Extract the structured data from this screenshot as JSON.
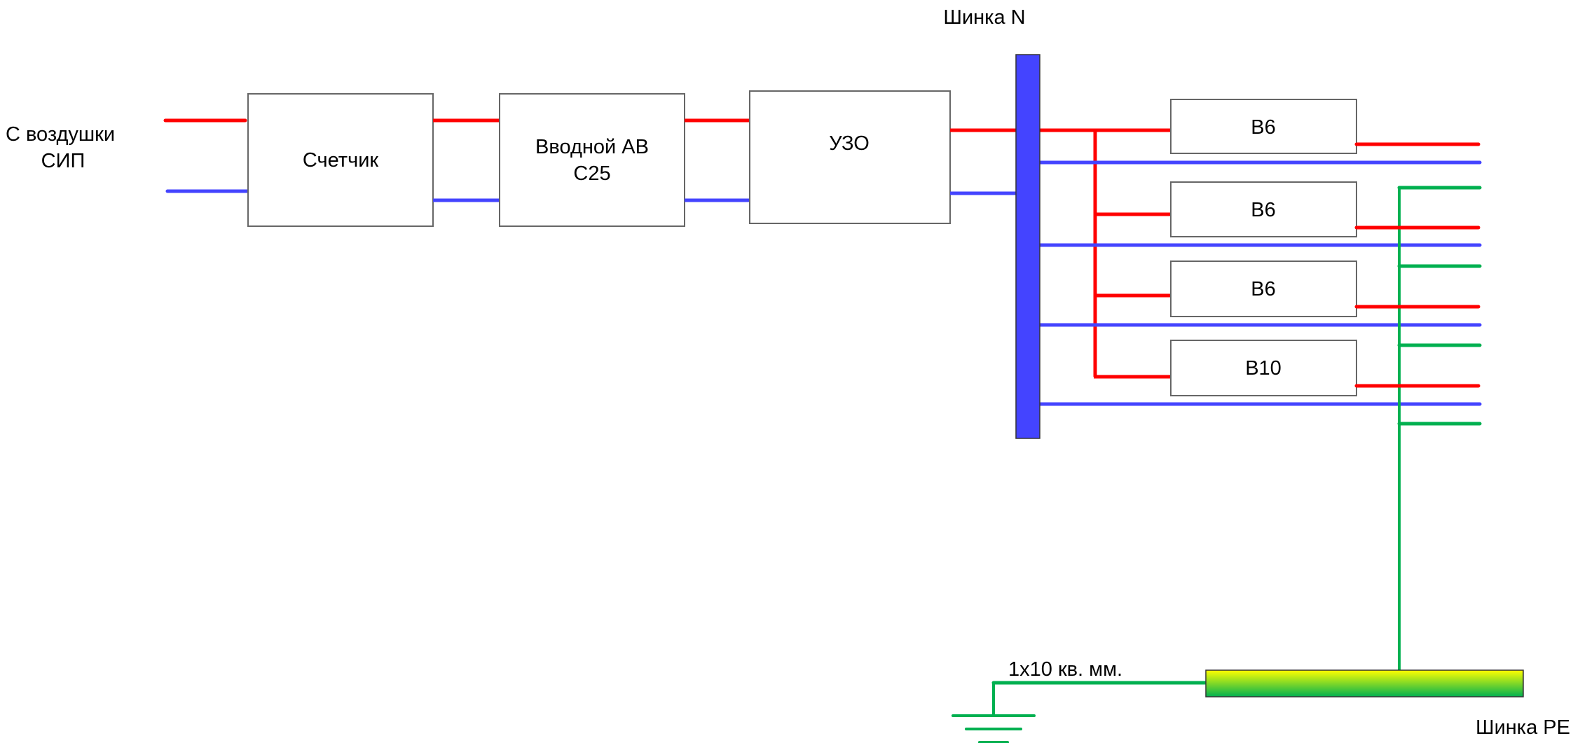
{
  "title": "Однолинейная схема электроснабжения",
  "colors": {
    "phase": "#ff0000",
    "neutral": "#4444ff",
    "earth": "#00b050",
    "box_border": "#666666",
    "pe_bus_top": "#ffff00",
    "pe_bus_bottom": "#00b050"
  },
  "source": {
    "line1": "С воздушки",
    "line2": "СИП"
  },
  "meter": {
    "label": "Счетчик"
  },
  "main_breaker": {
    "line1": "Вводной АВ",
    "line2": "С25"
  },
  "rcd": {
    "label": "УЗО"
  },
  "n_bus": {
    "label": "Шинка N"
  },
  "branch_breakers": [
    {
      "label": "B6"
    },
    {
      "label": "B6"
    },
    {
      "label": "B6"
    },
    {
      "label": "B10"
    }
  ],
  "pe_bus": {
    "label": "Шинка PE"
  },
  "earth_conductor": {
    "label": "1х10 кв. мм."
  }
}
